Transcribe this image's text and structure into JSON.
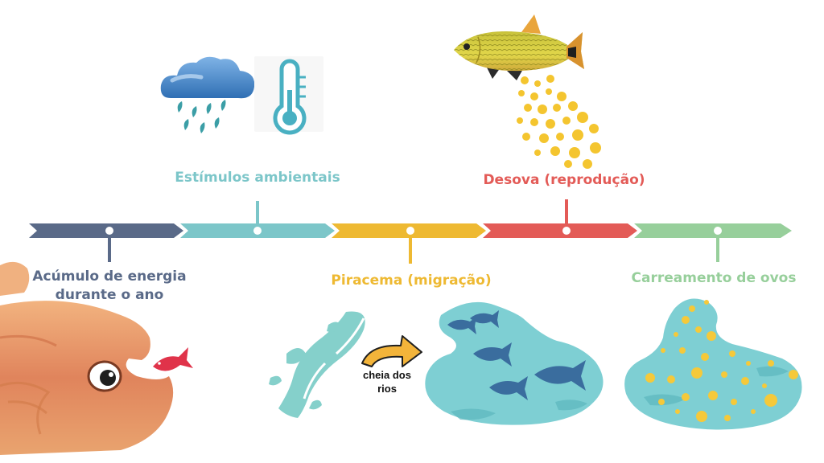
{
  "stages": [
    {
      "id": "energy",
      "lines": [
        "Acúmulo de energia",
        "durante o ano"
      ],
      "color": "#5a6a88"
    },
    {
      "id": "stimuli",
      "lines": [
        "Estímulos ambientais"
      ],
      "color": "#7cc6c9"
    },
    {
      "id": "piracema",
      "lines": [
        "Piracema (migração)"
      ],
      "color": "#eeb932"
    },
    {
      "id": "spawning",
      "lines": [
        "Desova (reprodução)"
      ],
      "color": "#e35b57"
    },
    {
      "id": "eggs",
      "lines": [
        "Carreamento de ovos"
      ],
      "color": "#97cf9b"
    }
  ],
  "flood_label": [
    "cheia dos",
    "rios"
  ],
  "icons": {
    "cloud": "rain-cloud-icon",
    "thermometer": "thermometer-icon",
    "fish": "dourado-fish-icon",
    "eggs": "fish-eggs-icon",
    "arrow": "curved-arrow-icon"
  },
  "colors": {
    "water": "#7ecfd3",
    "water_dark": "#5cb6bd",
    "fish_blue": "#3a6d9e",
    "egg_yellow": "#f5c93a",
    "skin": "#e59a6c"
  }
}
